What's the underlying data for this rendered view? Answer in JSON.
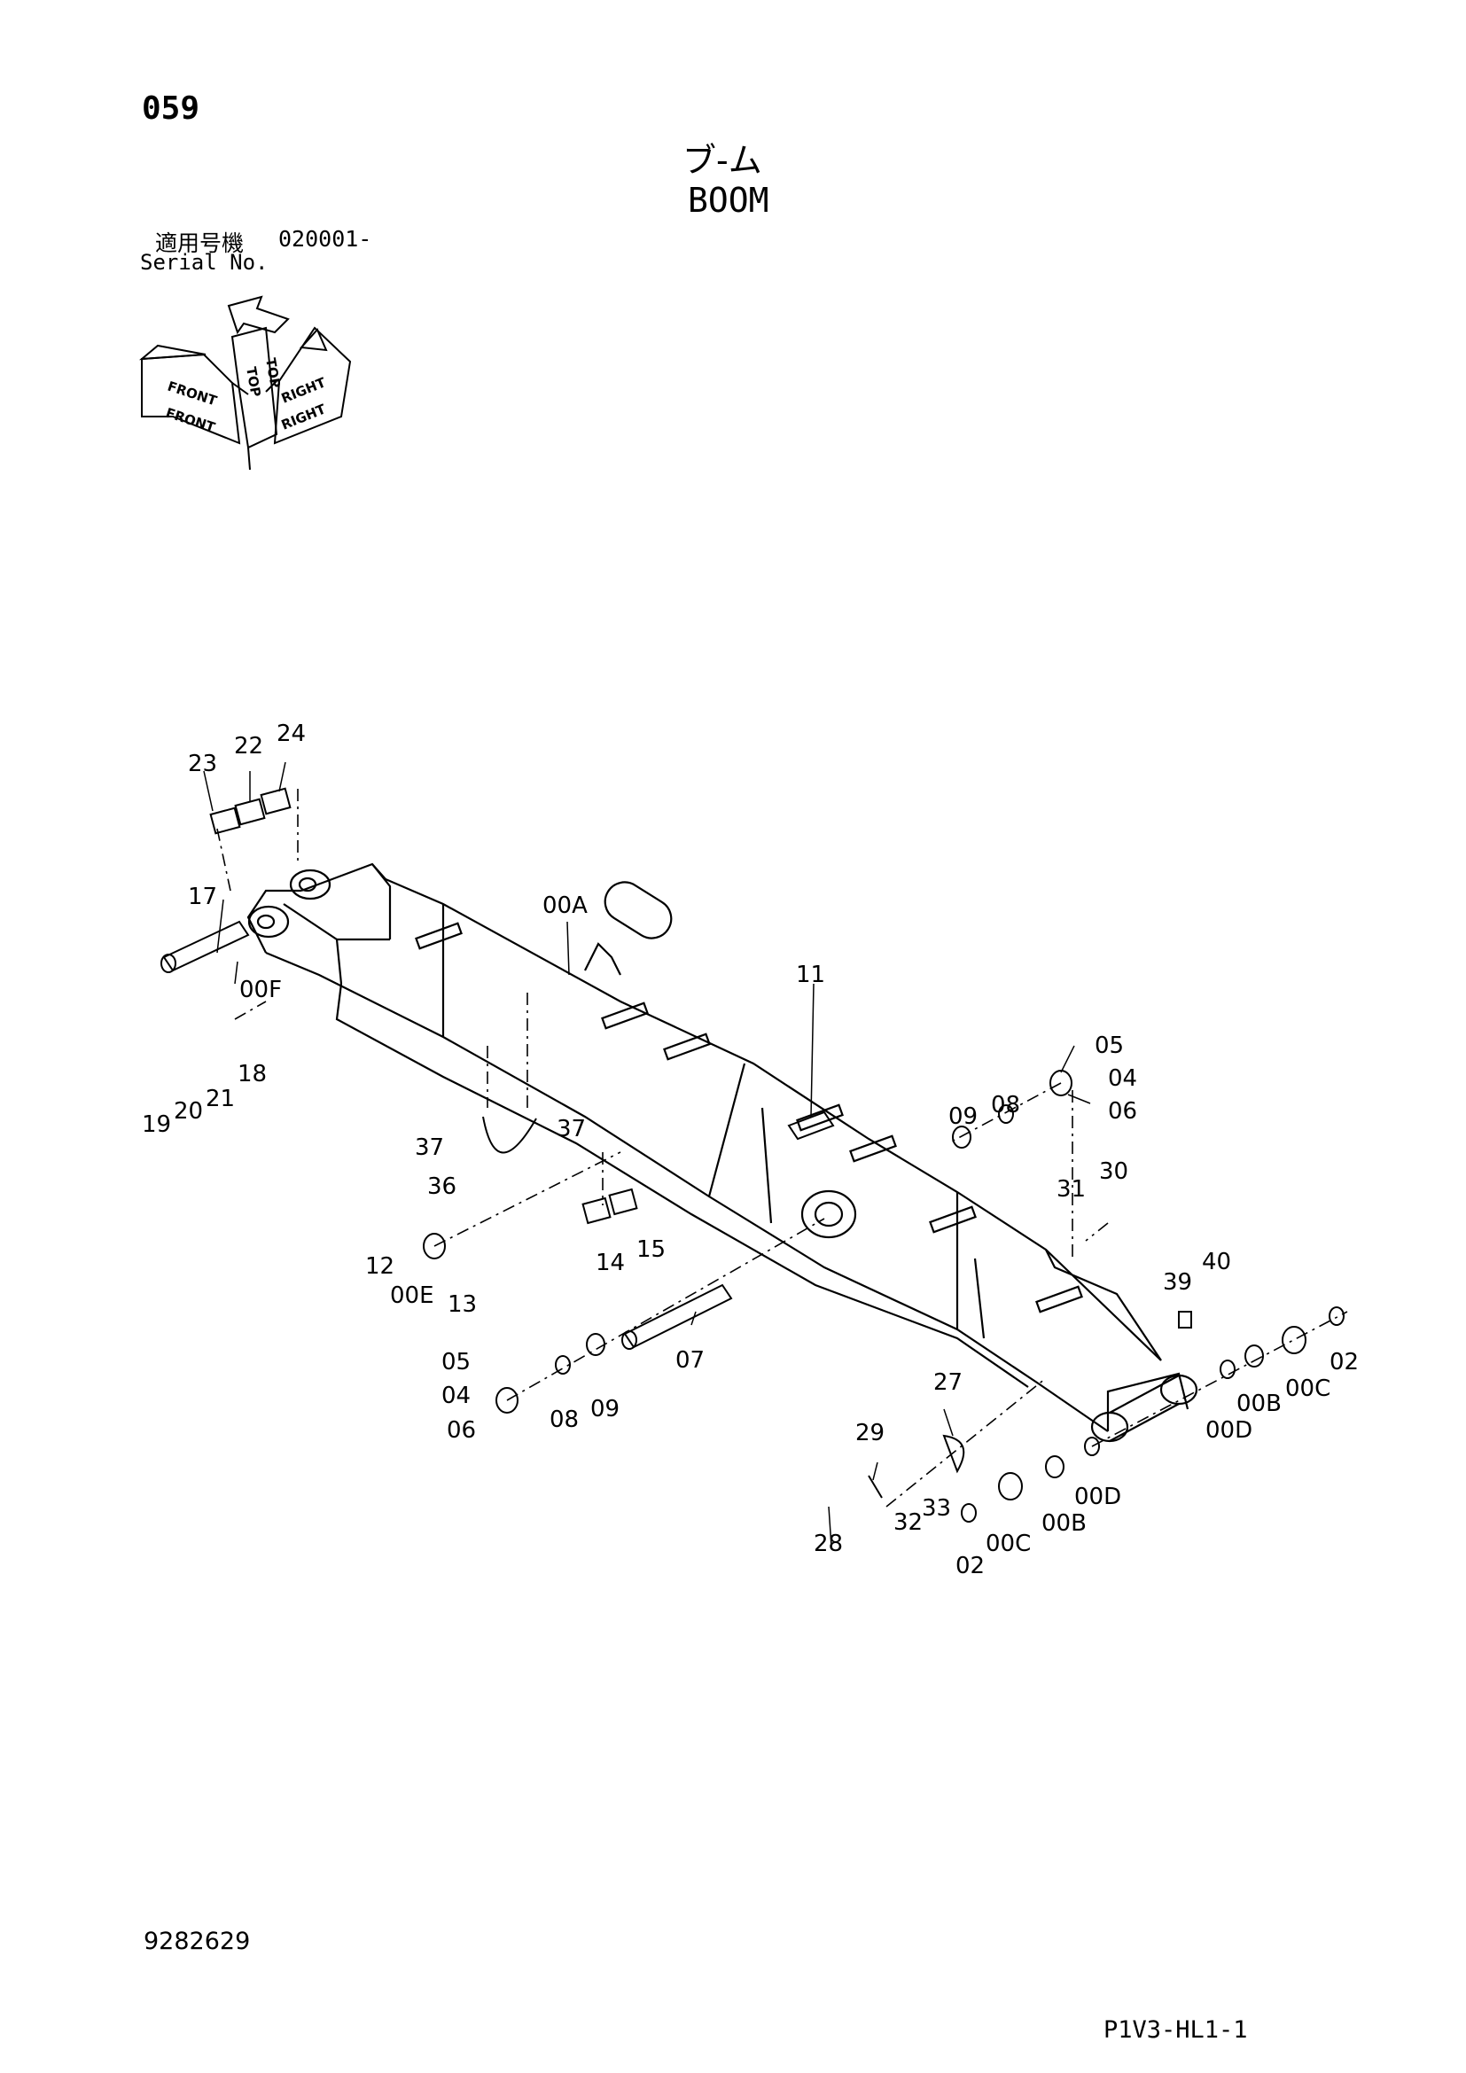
{
  "header": {
    "page_number": "059",
    "title_ja": "ブ-ム",
    "title_en": "BOOM",
    "serial_label_ja": "適用号機",
    "serial_from": "020001-",
    "serial_label_en": "Serial No."
  },
  "orientation": {
    "front_upper": "FRONT",
    "front_lower": "FRONT",
    "right_upper": "RIGHT",
    "right_lower": "RIGHT",
    "top_left": "TOP",
    "top_right": "TOP"
  },
  "callouts": [
    "23",
    "22",
    "24",
    "17",
    "00F",
    "00A",
    "11",
    "18",
    "19",
    "20",
    "21",
    "37",
    "37",
    "36",
    "09",
    "08",
    "05",
    "04",
    "06",
    "12",
    "00E",
    "13",
    "14",
    "15",
    "31",
    "30",
    "39",
    "40",
    "05",
    "04",
    "06",
    "08",
    "09",
    "07",
    "27",
    "29",
    "28",
    "32",
    "33",
    "00C",
    "00B",
    "00D",
    "02",
    "00D",
    "00B",
    "00C",
    "02"
  ],
  "footer": {
    "doc_number": "9282629",
    "sheet_code": "P1V3-HL1-1"
  }
}
